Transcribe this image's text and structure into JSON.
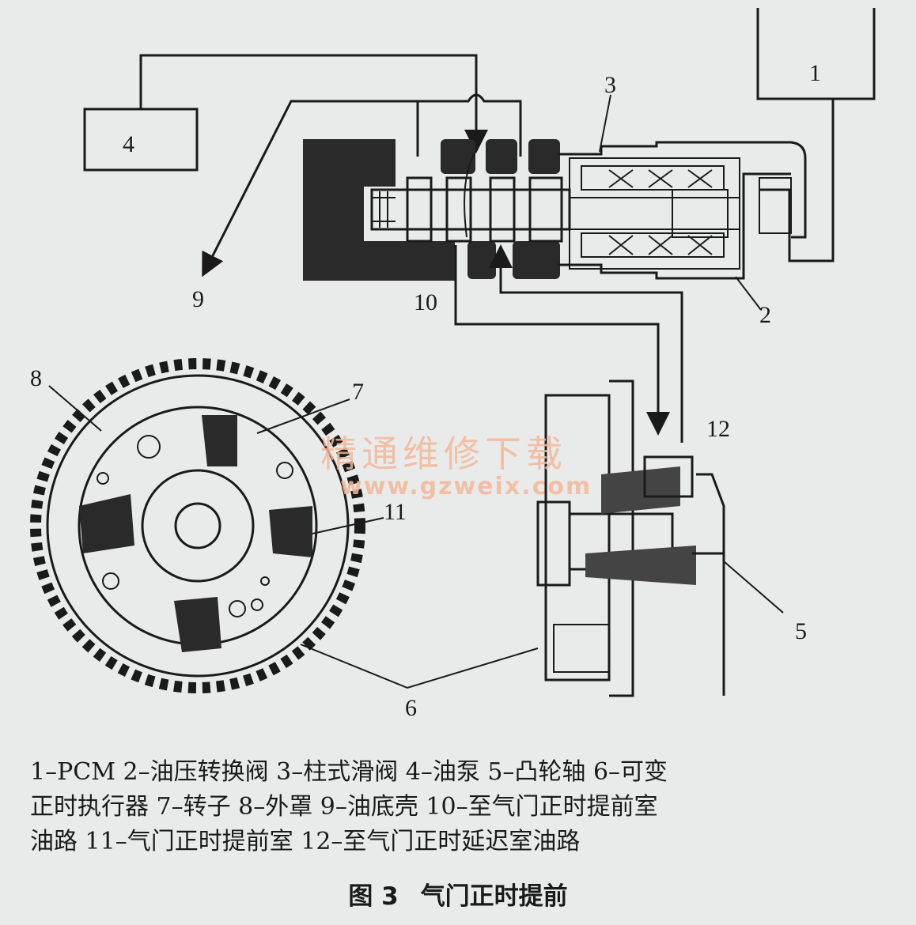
{
  "labels": {
    "n1": "1",
    "n2": "2",
    "n3": "3",
    "n4": "4",
    "n5": "5",
    "n6": "6",
    "n7": "7",
    "n8": "8",
    "n9": "9",
    "n10": "10",
    "n11": "11",
    "n12": "12"
  },
  "watermark": {
    "text": "精通维修下载",
    "url": "www.gzweix.com"
  },
  "legend": {
    "line1": "1–PCM  2–油压转换阀  3–柱式滑阀  4–油泵  5–凸轮轴  6–可变",
    "line2": "正时执行器  7–转子  8–外罩  9–油底壳  10–至气门正时提前室",
    "line3": "油路  11–气门正时提前室  12–至气门正时延迟室油路"
  },
  "caption": {
    "figure": "图 3",
    "title": "气门正时提前"
  }
}
